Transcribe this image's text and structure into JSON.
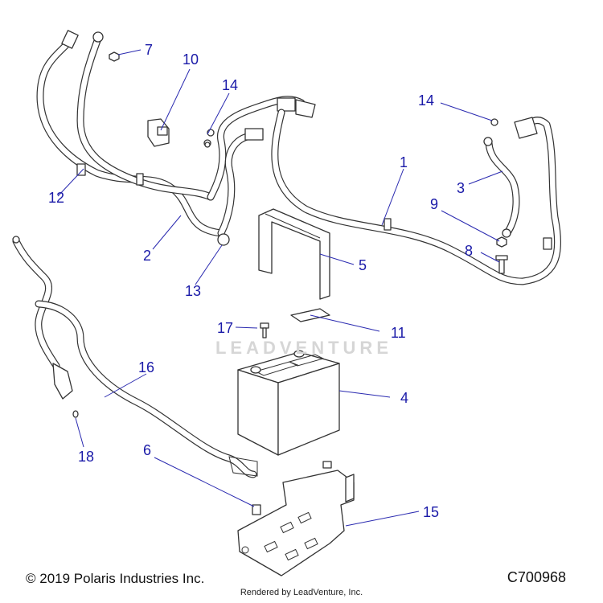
{
  "callouts": {
    "c1": "1",
    "c2": "2",
    "c3": "3",
    "c4": "4",
    "c5": "5",
    "c6": "6",
    "c7": "7",
    "c8": "8",
    "c9": "9",
    "c10": "10",
    "c11": "11",
    "c12": "12",
    "c13": "13",
    "c14a": "14",
    "c14b": "14",
    "c15": "15",
    "c16": "16",
    "c17": "17",
    "c18": "18"
  },
  "watermark": "LEADVENTURE",
  "footer": {
    "copyright": "© 2019 Polaris Industries Inc.",
    "diagram_id": "C700968",
    "rendered_by": "Rendered by LeadVenture, Inc."
  },
  "colors": {
    "callout": "#1a1aa8",
    "line": "#333333",
    "watermark": "#d6d6d6"
  }
}
